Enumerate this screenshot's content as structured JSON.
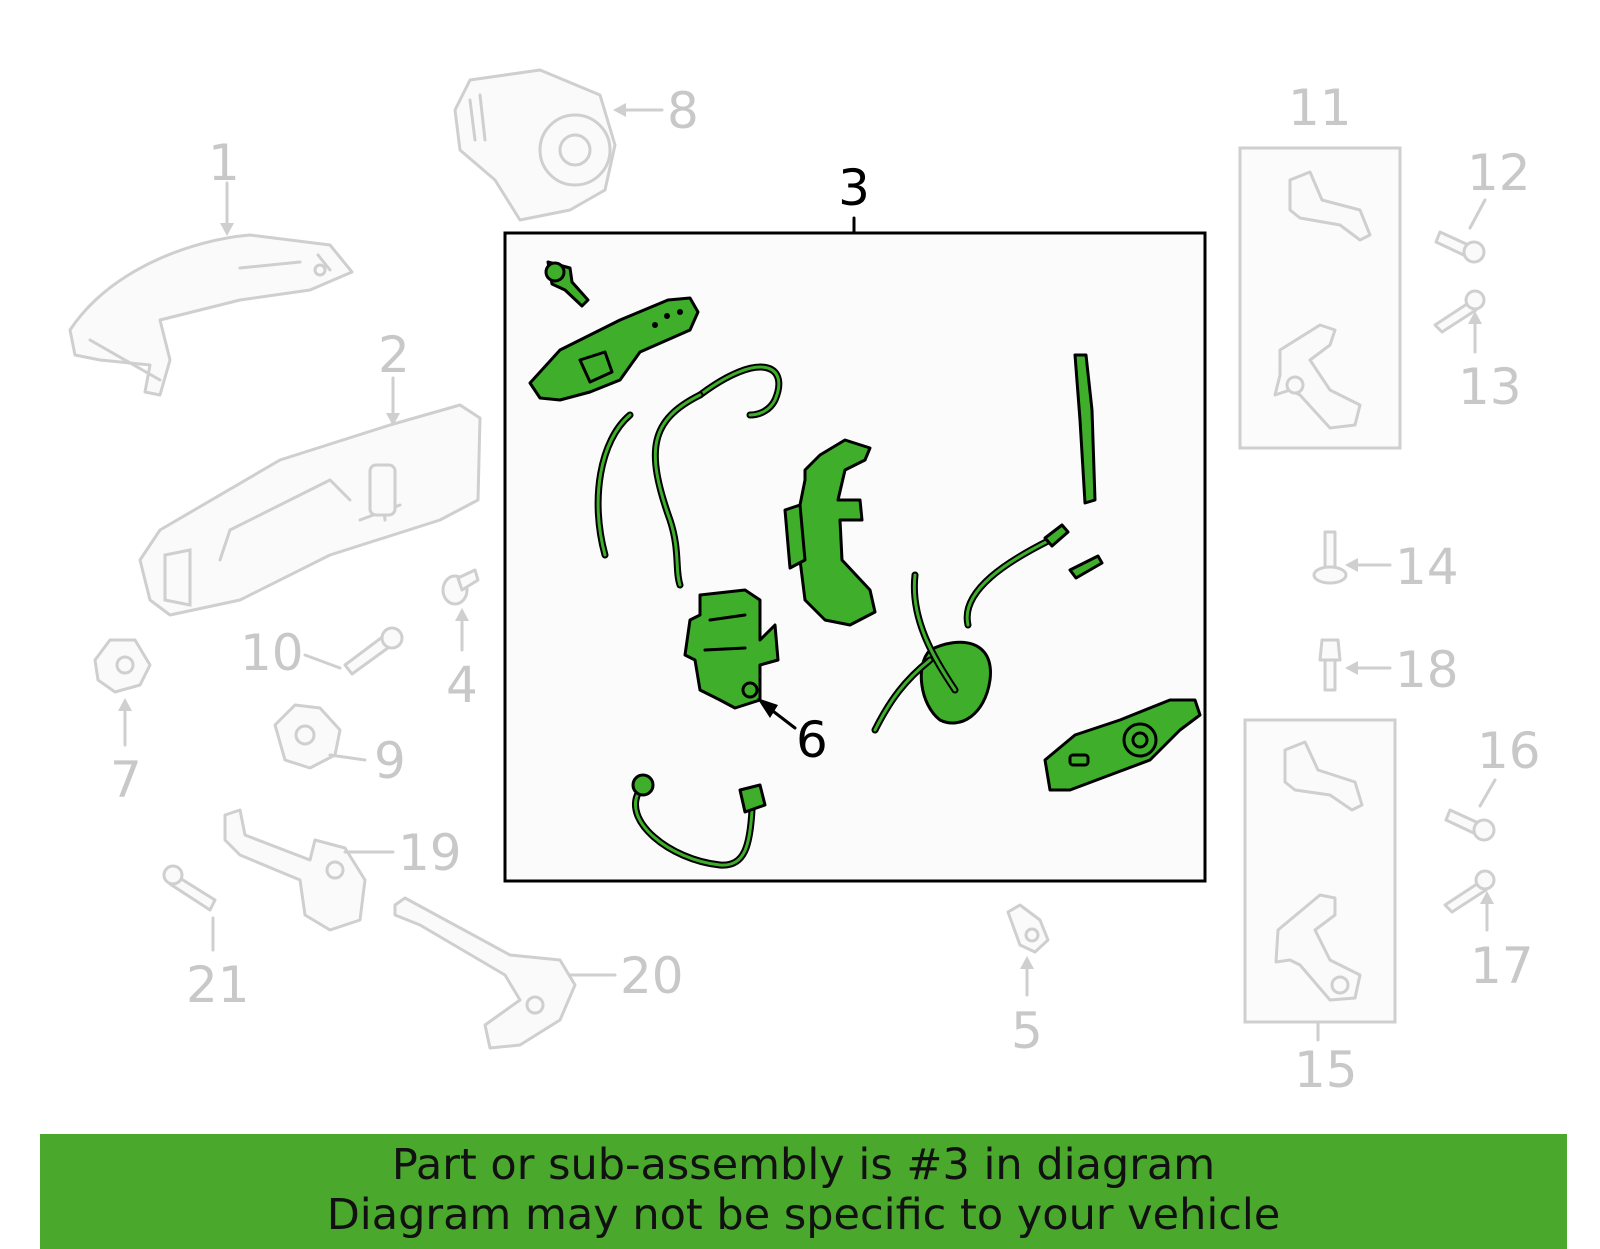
{
  "diagram": {
    "highlighted_part": "3",
    "highlight_color": "#3fae2a",
    "callouts": {
      "c1": "1",
      "c2": "2",
      "c3": "3",
      "c4": "4",
      "c5": "5",
      "c6": "6",
      "c7": "7",
      "c8": "8",
      "c9": "9",
      "c10": "10",
      "c11": "11",
      "c12": "12",
      "c13": "13",
      "c14": "14",
      "c15": "15",
      "c16": "16",
      "c17": "17",
      "c18": "18",
      "c19": "19",
      "c20": "20",
      "c21": "21"
    }
  },
  "banner": {
    "line1": "Part or sub-assembly is #3 in diagram",
    "line2": "Diagram may not be specific to your vehicle",
    "background": "#4aa82c"
  }
}
